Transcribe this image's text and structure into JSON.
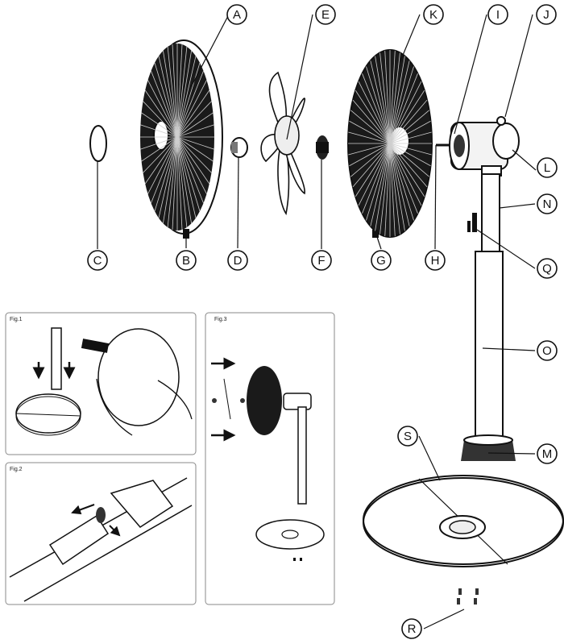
{
  "callouts": [
    {
      "id": "A",
      "letter": "A"
    },
    {
      "id": "B",
      "letter": "B"
    },
    {
      "id": "C",
      "letter": "C"
    },
    {
      "id": "D",
      "letter": "D"
    },
    {
      "id": "E",
      "letter": "E"
    },
    {
      "id": "F",
      "letter": "F"
    },
    {
      "id": "G",
      "letter": "G"
    },
    {
      "id": "H",
      "letter": "H"
    },
    {
      "id": "I",
      "letter": "I"
    },
    {
      "id": "J",
      "letter": "J"
    },
    {
      "id": "K",
      "letter": "K"
    },
    {
      "id": "L",
      "letter": "L"
    },
    {
      "id": "M",
      "letter": "M"
    },
    {
      "id": "N",
      "letter": "N"
    },
    {
      "id": "O",
      "letter": "O"
    },
    {
      "id": "Q",
      "letter": "Q"
    },
    {
      "id": "R",
      "letter": "R"
    },
    {
      "id": "S",
      "letter": "S"
    }
  ],
  "figures": {
    "fig1": "Fig.1",
    "fig2": "Fig.2",
    "fig3": "Fig.3"
  }
}
